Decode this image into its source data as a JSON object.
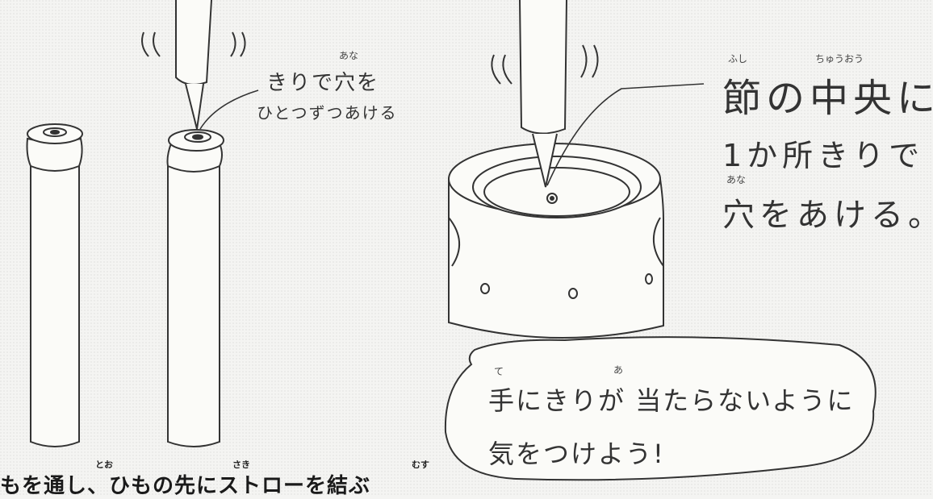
{
  "left_instruction": {
    "main": "きりで穴を",
    "sub": "ひとつずつあける",
    "ruby_ana": "あな"
  },
  "right_instruction": {
    "line1": "節の中央に",
    "line2": "1か所きりで",
    "line3": "穴をあける。",
    "ruby_fushi": "ふし",
    "ruby_chuuou": "ちゅうおう",
    "ruby_ana": "あな"
  },
  "warning_bubble": {
    "line1": "手にきりが 当たらないように",
    "line2": "気をつけよう!",
    "ruby_te": "て",
    "ruby_a": "あ"
  },
  "bottom_caption": {
    "text": "もを通し、ひもの先にストローを結ぶ",
    "ruby_too": "とお",
    "ruby_saki": "さき",
    "ruby_musu": "むす"
  }
}
